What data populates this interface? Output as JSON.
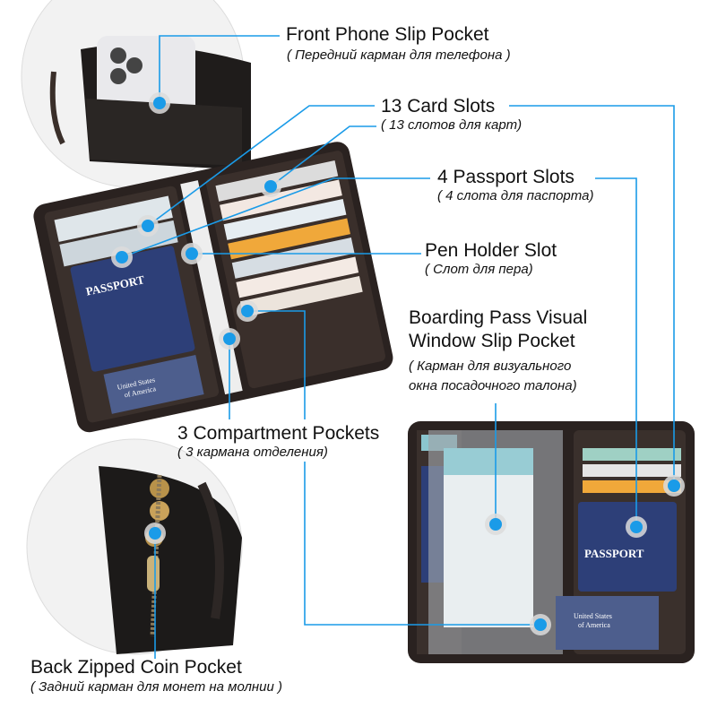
{
  "accent_color": "#1a9be8",
  "callouts": {
    "front_phone": {
      "title": "Front Phone Slip Pocket",
      "subtitle": "( Передний карман для телефона )"
    },
    "card_slots": {
      "title": "13 Card Slots",
      "subtitle": "( 13 слотов для карт)"
    },
    "passport_slots": {
      "title": "4 Passport Slots",
      "subtitle": "( 4 слота для паспорта)"
    },
    "pen_holder": {
      "title": "Pen Holder Slot",
      "subtitle": "( Слот для пера)"
    },
    "boarding_pass": {
      "title_line1": "Boarding Pass Visual",
      "title_line2": "Window Slip Pocket",
      "subtitle_line1": "( Карман для визуального",
      "subtitle_line2": "окна посадочного талона)"
    },
    "compartments": {
      "title": "3 Compartment Pockets",
      "subtitle": "( 3 кармана отделения)"
    },
    "coin_pocket": {
      "title": "Back Zipped Coin Pocket",
      "subtitle": "( Задний карман для монет на молнии )"
    }
  },
  "product_print": {
    "passport": "PASSPORT",
    "usa_line1": "United States",
    "usa_line2": "of America"
  }
}
